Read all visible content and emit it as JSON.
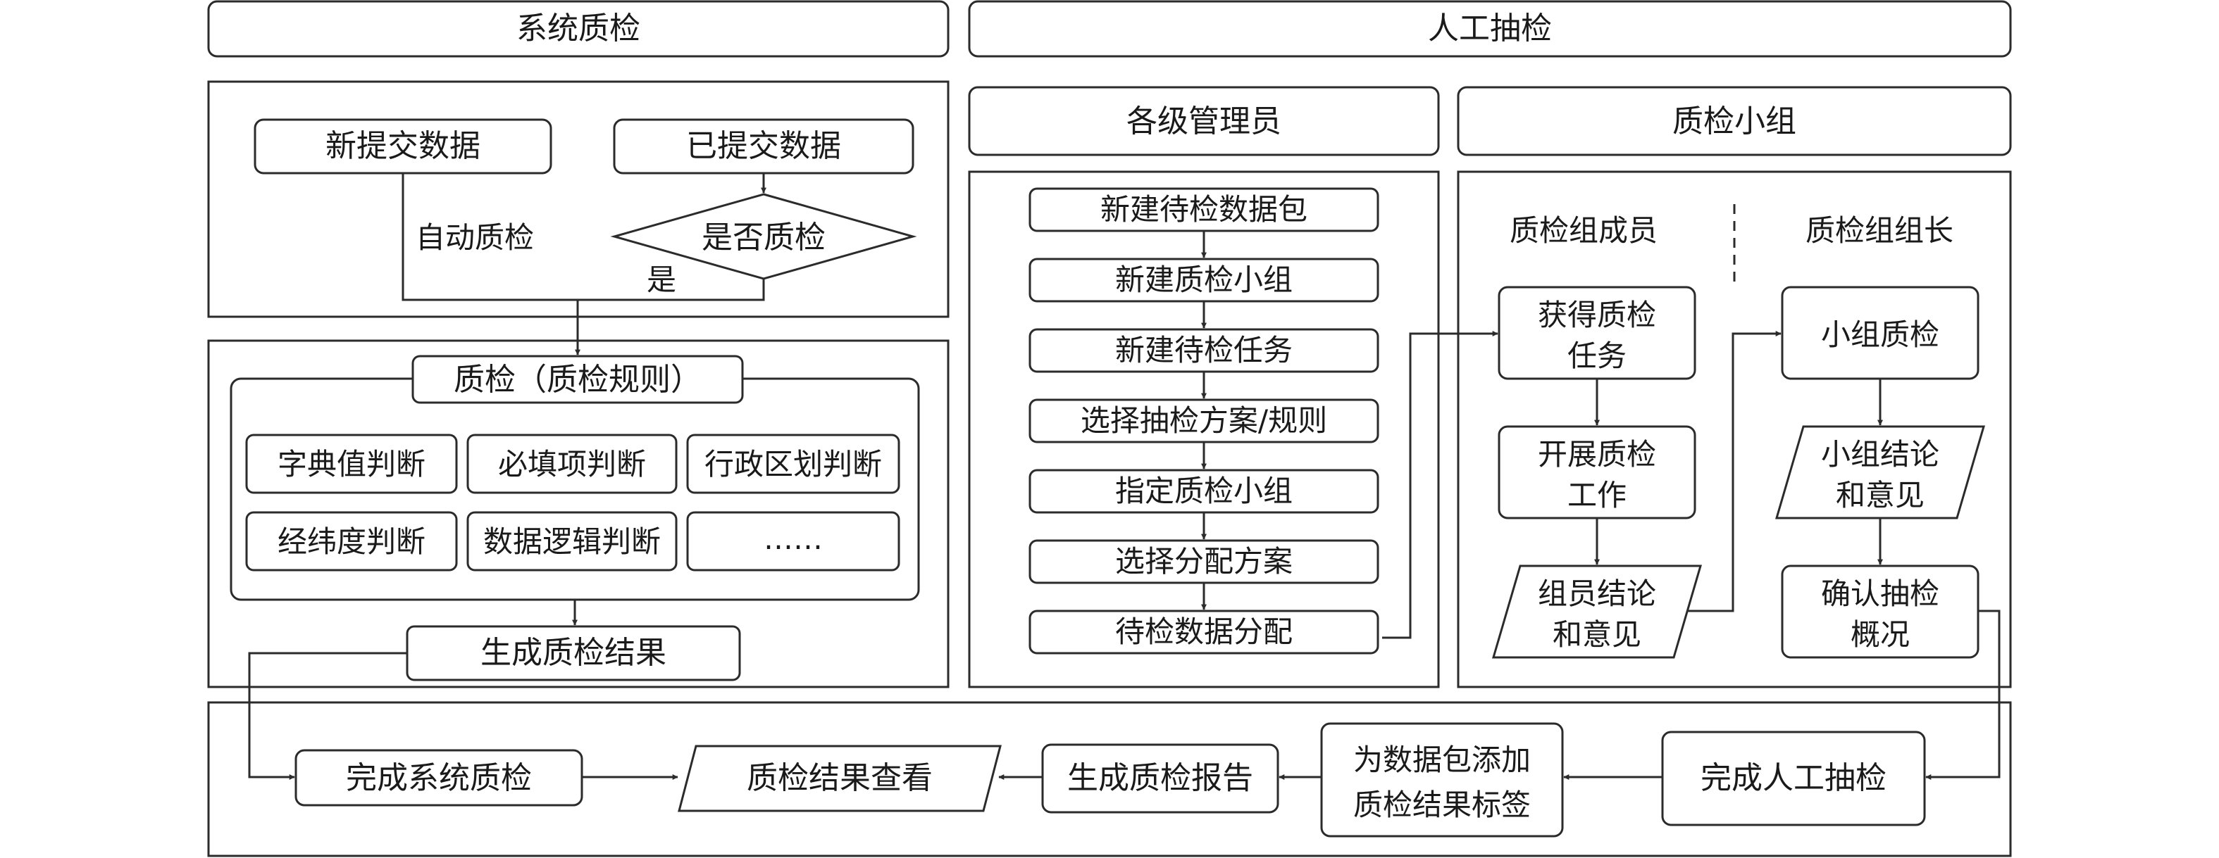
{
  "headers": {
    "system_qc": "系统质检",
    "manual_check": "人工抽检",
    "admins": "各级管理员",
    "qc_group": "质检小组"
  },
  "system": {
    "new_data": "新提交数据",
    "submitted_data": "已提交数据",
    "auto_qc": "自动质检",
    "decision": "是否质检",
    "yes": "是",
    "qc_rules": "质检（质检规则）",
    "rules": [
      "字典值判断",
      "必填项判断",
      "行政区划判断",
      "经纬度判断",
      "数据逻辑判断",
      "……"
    ],
    "generate_result": "生成质检结果"
  },
  "admin_steps": [
    "新建待检数据包",
    "新建质检小组",
    "新建待检任务",
    "选择抽检方案/规则",
    "指定质检小组",
    "选择分配方案",
    "待检数据分配"
  ],
  "group": {
    "member_title": "质检组成员",
    "leader_title": "质检组组长",
    "member_steps": [
      "获得质检\n任务",
      "开展质检\n工作",
      "组员结论\n和意见"
    ],
    "leader_steps": [
      "小组质检",
      "小组结论\n和意见",
      "确认抽检\n概况"
    ]
  },
  "bottom": {
    "complete_system": "完成系统质检",
    "view_result": "质检结果查看",
    "generate_report": "生成质检报告",
    "add_label": "为数据包添加\n质检结果标签",
    "complete_manual": "完成人工抽检"
  }
}
